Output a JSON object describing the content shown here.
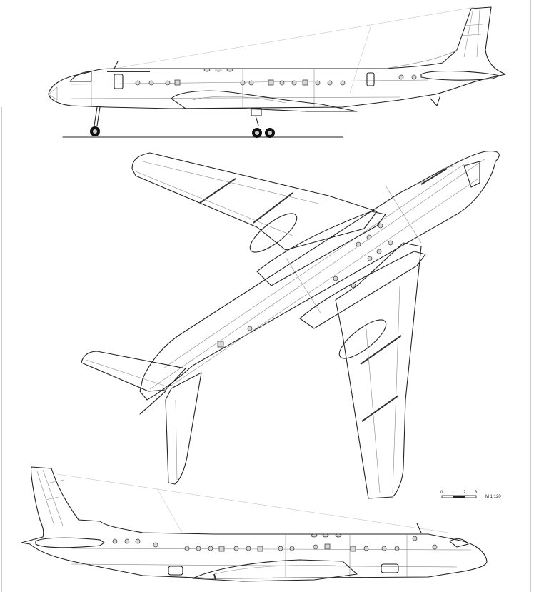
{
  "drawing": {
    "type": "aircraft three-view line drawing",
    "views": [
      {
        "id": "side-view-left",
        "label": "Side view (port), nose left, landing gear extended"
      },
      {
        "id": "plan-view",
        "label": "Top plan view, rotated diagonally, nose upper-right"
      },
      {
        "id": "side-view-right",
        "label": "Side view (starboard), nose right"
      }
    ],
    "colors": {
      "line": "#222222",
      "background": "#ffffff",
      "window_fill": "#d8d8d8"
    }
  },
  "scale_bar": {
    "ticks": [
      "0",
      "1",
      "2",
      "3"
    ],
    "label": "M 1:120"
  }
}
